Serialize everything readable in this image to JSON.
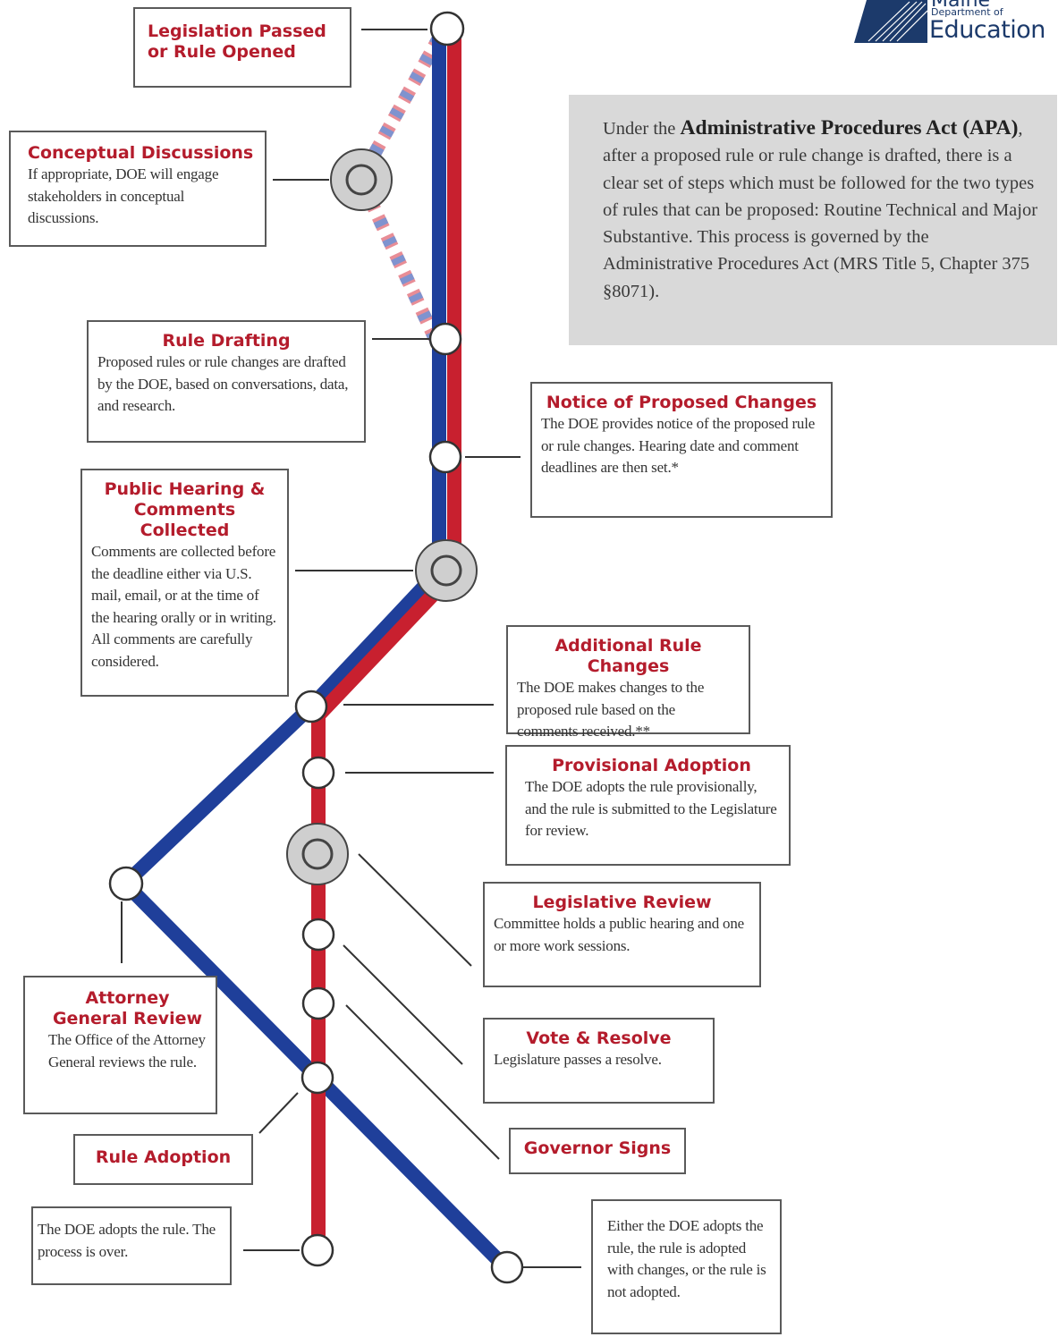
{
  "logo": {
    "name": "Maine",
    "department": "Department of",
    "education": "Education"
  },
  "intro": {
    "p1": "Under the ",
    "bold": "Administrative Procedures Act (APA)",
    "p2": ", after a proposed rule or rule change is drafted, there is a clear set of steps which must be followed for the two types of rules that can be proposed: Routine Technical and Major Substantive. This process is governed by the Administrative Procedures Act (MRS Title 5, Chapter 375 §8071)."
  },
  "steps": {
    "legislation": {
      "title": "Legislation Passed or Rule Opened"
    },
    "conceptual": {
      "title": "Conceptual Discussions",
      "text": "If appropriate, DOE will engage stakeholders in conceptual discussions."
    },
    "drafting": {
      "title": "Rule Drafting",
      "text": "Proposed rules or rule changes are drafted by the DOE, based on conversations, data, and research."
    },
    "notice": {
      "title": "Notice of Proposed Changes",
      "text": "The DOE provides notice of the proposed rule or rule changes. Hearing date and comment deadlines are then set.*"
    },
    "hearing": {
      "title": "Public Hearing & Comments Collected",
      "text": "Comments are collected before the deadline either via U.S. mail, email, or at the time of the hearing orally or in writing. All comments are carefully considered."
    },
    "additional": {
      "title": "Additional Rule Changes",
      "text": "The DOE makes changes to the proposed rule based on the comments received.**"
    },
    "provisional": {
      "title": "Provisional Adoption",
      "text": "The DOE adopts the rule provisionally, and the rule is submitted to the Legislature for review."
    },
    "legislative": {
      "title": "Legislative Review",
      "text": "Committee holds a public hearing and one or more work sessions."
    },
    "attorney": {
      "title": "Attorney General Review",
      "text": "The Office of the Attorney General reviews the rule."
    },
    "vote": {
      "title": "Vote & Resolve",
      "text": "Legislature passes a resolve."
    },
    "governor": {
      "title": "Governor Signs"
    },
    "adoption": {
      "title": "Rule Adoption"
    },
    "end_red": {
      "text": "The DOE adopts the rule. The process is over."
    },
    "end_blue": {
      "text": "Either the DOE adopts the rule, the rule is adopted with changes, or the rule is not adopted."
    }
  },
  "colors": {
    "routine_technical": "#c8202f",
    "major_substantive": "#1f3f9a",
    "title": "#b41c2c",
    "border": "#5a5a5a",
    "info_bg": "#d9d9d9"
  }
}
